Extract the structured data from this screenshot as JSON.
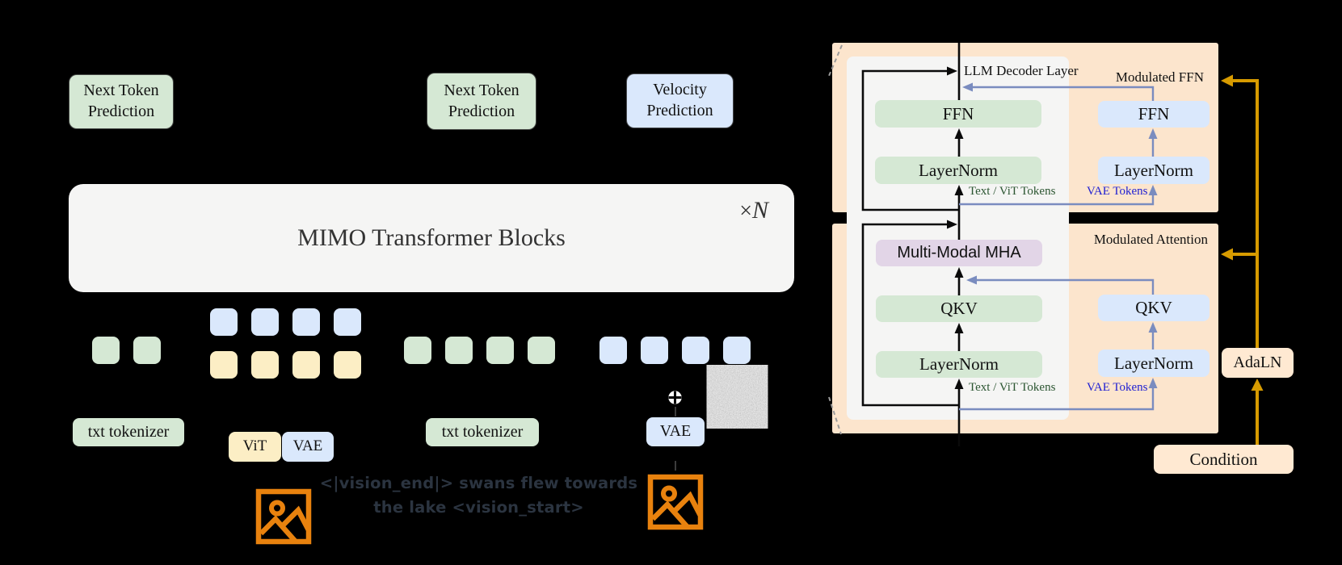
{
  "colors": {
    "green": "#D5E8D4",
    "blue": "#DAE8FC",
    "yellow": "#FCEEC5",
    "purple": "#E2D5E7",
    "panel": "#FCE5CD",
    "peach": "#FFE9D2",
    "inner": "#F5F5F4",
    "gold": "#D79B00",
    "blueline": "#7A8CBF",
    "greentext": "#2B5531",
    "vaetext": "#1E1ED2",
    "ink": "#2B3440",
    "icon": "#E8820E"
  },
  "left": {
    "prediction_boxes": {
      "next_token_1": "Next Token Prediction",
      "next_token_2": "Next Token Prediction",
      "velocity": "Velocity Prediction"
    },
    "mimo": {
      "title": "MIMO Transformer Blocks",
      "mult_sign": "×",
      "mult_n": "N"
    },
    "encoders": {
      "txt_tokenizer_1": "txt tokenizer",
      "vit": "ViT",
      "vae_1": "VAE",
      "txt_tokenizer_2": "txt tokenizer",
      "vae_2": "VAE"
    },
    "caption": {
      "line1": "<|vision_end|> swans flew towards",
      "line2": "the lake <vision_start>"
    }
  },
  "tokens": {
    "groups": [
      {
        "name": "text-tokens-1",
        "rows": [
          [
            "green",
            "green"
          ]
        ]
      },
      {
        "name": "understanding-image-tokens",
        "rows": [
          [
            "blue",
            "blue",
            "blue",
            "blue"
          ],
          [
            "yellow",
            "yellow",
            "yellow",
            "yellow"
          ]
        ]
      },
      {
        "name": "text-tokens-2",
        "rows": [
          [
            "green",
            "green",
            "green",
            "green"
          ]
        ]
      },
      {
        "name": "generation-image-tokens",
        "rows": [
          [
            "blue",
            "blue",
            "blue",
            "blue"
          ]
        ]
      }
    ]
  },
  "right": {
    "ffn_panel": {
      "title": "Modulated FFN",
      "llm_label": "LLM Decoder Layer",
      "ffn_green": "FFN",
      "layernorm_green": "LayerNorm",
      "ffn_blue": "FFN",
      "layernorm_blue": "LayerNorm",
      "text_vit_label": "Text / ViT Tokens",
      "vae_label": "VAE Tokens"
    },
    "attn_panel": {
      "title": "Modulated Attention",
      "mha": "Multi-Modal MHA",
      "qkv_green": "QKV",
      "layernorm_green": "LayerNorm",
      "qkv_blue": "QKV",
      "layernorm_blue": "LayerNorm",
      "text_vit_label": "Text / ViT Tokens",
      "vae_label": "VAE Tokens"
    },
    "adaln": "AdaLN",
    "condition": "Condition"
  }
}
